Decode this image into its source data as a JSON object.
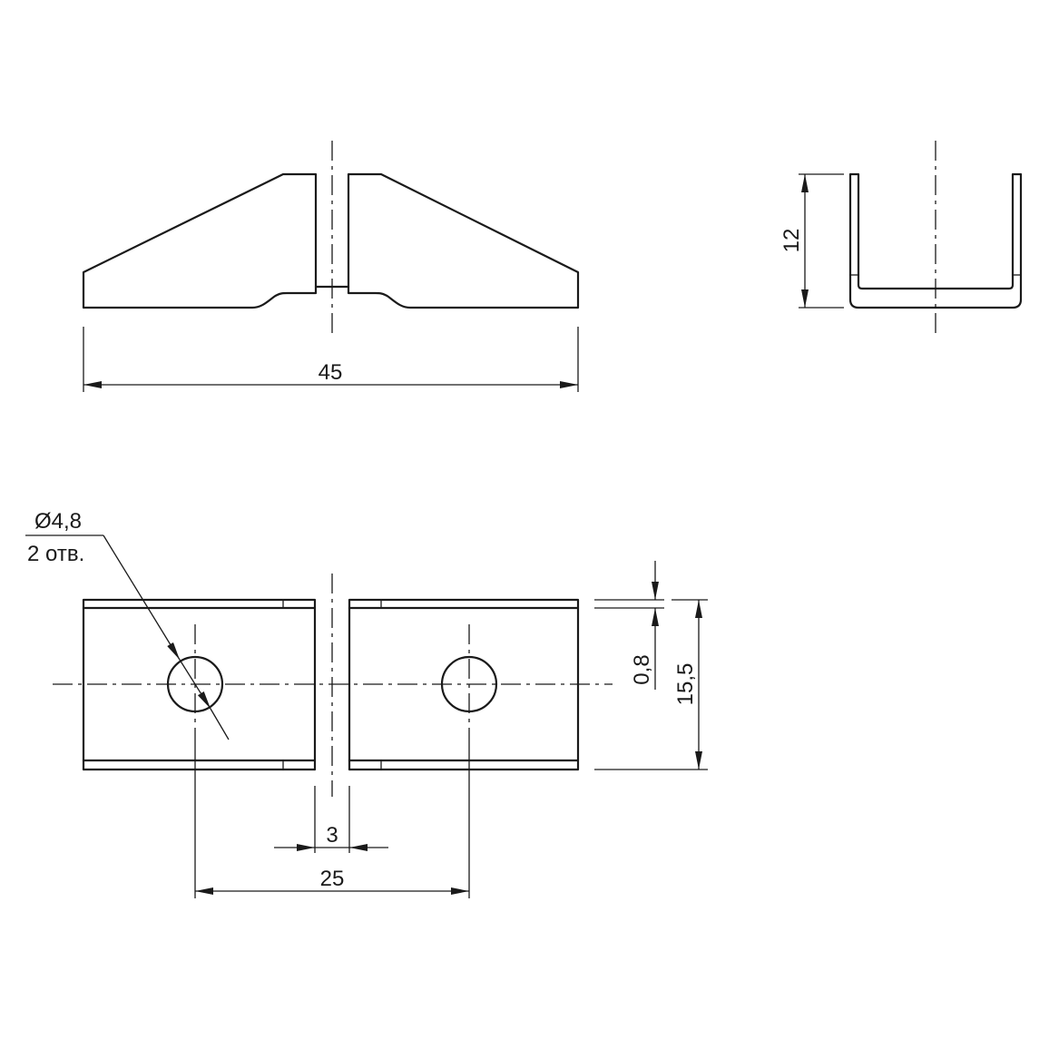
{
  "dimensions": {
    "overall_length": "45",
    "height": "12",
    "hole_spacing": "25",
    "slot_width": "3",
    "material_thickness": "0,8",
    "width": "15,5"
  },
  "hole_callout": {
    "diameter": "Ø4,8",
    "count": "2 отв."
  },
  "colors": {
    "line": "#1a1a1a",
    "background": "#ffffff"
  }
}
